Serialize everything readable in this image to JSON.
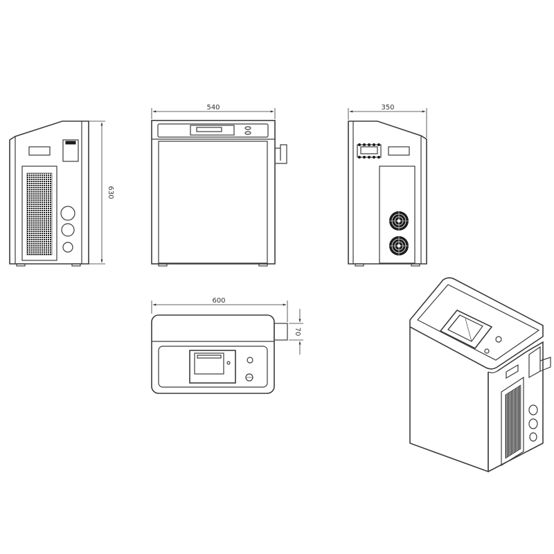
{
  "dimensions": {
    "front_width": "540",
    "side_height": "630",
    "side_depth": "350",
    "top_width": "600",
    "handle_depth": "70"
  },
  "colors": {
    "line": "#3a3a3a",
    "background": "#ffffff",
    "dark_fill": "#1a1a1a"
  }
}
